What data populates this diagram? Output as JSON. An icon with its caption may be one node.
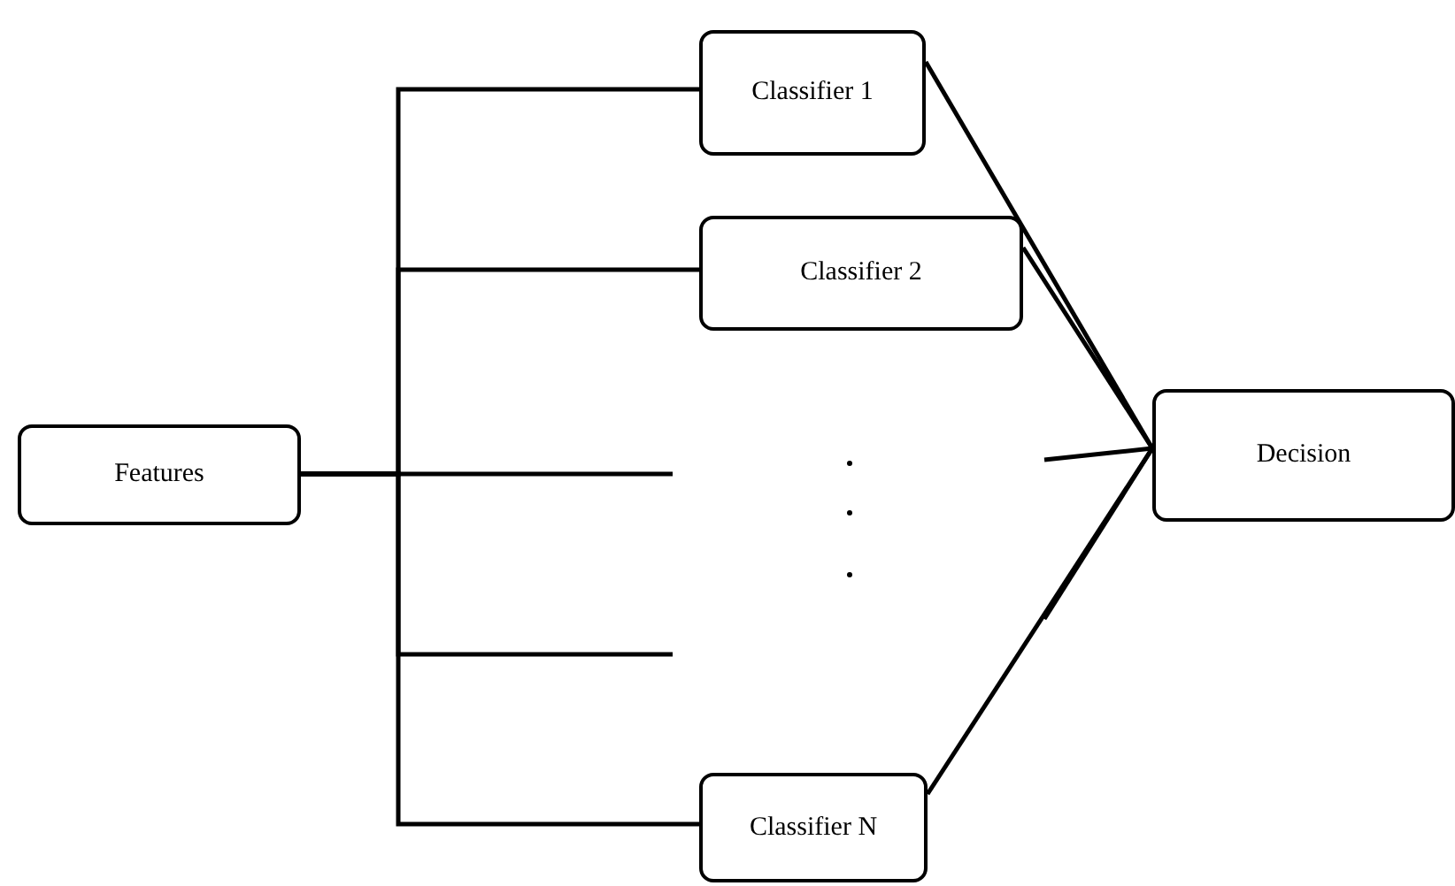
{
  "diagram": {
    "nodes": [
      {
        "text": [
          "Features"
        ]
      },
      {
        "text": [
          "Classifier 1"
        ]
      },
      {
        "text": [
          "Classifier 2"
        ]
      },
      {
        "text": [
          "Classifier N"
        ]
      },
      {
        "text": [
          "Decision"
        ]
      }
    ],
    "edges": [
      {
        "from": 0,
        "to": 1,
        "arrow": "none"
      },
      {
        "from": 0,
        "to": 2,
        "arrow": "none"
      },
      {
        "from": 0,
        "to": null,
        "arrow": "none"
      },
      {
        "from": 0,
        "to": null,
        "arrow": "none"
      },
      {
        "from": 0,
        "to": 3,
        "arrow": "none"
      },
      {
        "from": 1,
        "to": 4,
        "arrow": "none"
      },
      {
        "from": 2,
        "to": 4,
        "arrow": "none"
      },
      {
        "from": null,
        "to": 4,
        "arrow": "none"
      },
      {
        "from": null,
        "to": 4,
        "arrow": "none"
      },
      {
        "from": 3,
        "to": 4,
        "arrow": "none"
      }
    ]
  }
}
